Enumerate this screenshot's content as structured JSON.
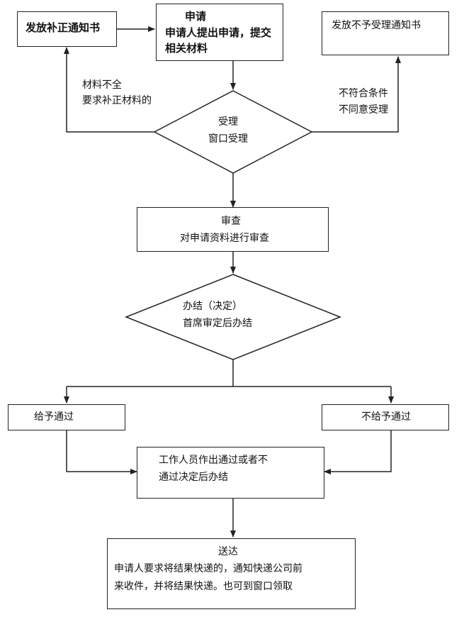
{
  "nodes": {
    "apply": {
      "title": "申请",
      "line1": "申请人提出申请，提交",
      "line2": "相关材料"
    },
    "supplement_notice": {
      "text": "发放补正通知书"
    },
    "reject_notice": {
      "text": "发放不予受理通知书"
    },
    "accept": {
      "line1": "受理",
      "line2": "窗口受理"
    },
    "review": {
      "title": "审查",
      "line1": "对申请资料进行审查"
    },
    "decide": {
      "line1": "办结（决定）",
      "line2": "首席审定后办结"
    },
    "approve": {
      "text": "给予通过"
    },
    "deny": {
      "text": "不给予通过"
    },
    "staff": {
      "line1": "工作人员作出通过或者不",
      "line2": "通过决定后办结"
    },
    "deliver": {
      "title": "送达",
      "line1": "申请人要求将结果快递的，通知快递公司前",
      "line2": "来收件，并将结果快递。也可到窗口领取"
    }
  },
  "edge_labels": {
    "incomplete_line1": "材料不全",
    "incomplete_line2": "要求补正材料的",
    "not_met_line1": "不符合条件",
    "not_met_line2": "不同意受理"
  },
  "colors": {
    "stroke": "#222222",
    "text": "#111111"
  }
}
